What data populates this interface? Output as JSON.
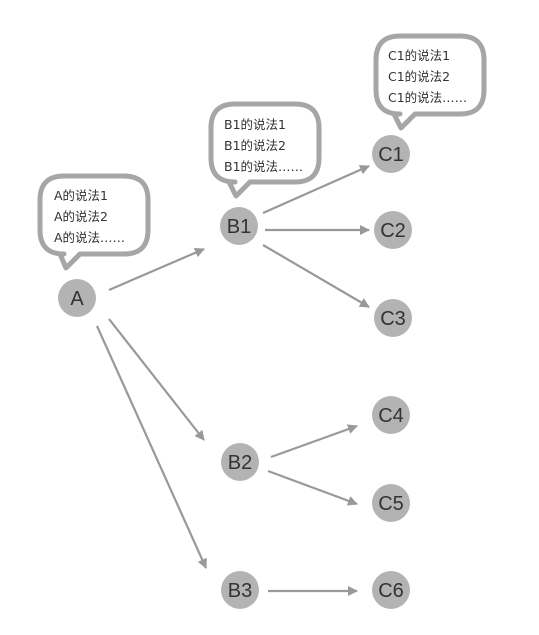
{
  "nodes": [
    {
      "id": "A",
      "label": "A"
    },
    {
      "id": "B1",
      "label": "B1"
    },
    {
      "id": "B2",
      "label": "B2"
    },
    {
      "id": "B3",
      "label": "B3"
    },
    {
      "id": "C1",
      "label": "C1"
    },
    {
      "id": "C2",
      "label": "C2"
    },
    {
      "id": "C3",
      "label": "C3"
    },
    {
      "id": "C4",
      "label": "C4"
    },
    {
      "id": "C5",
      "label": "C5"
    },
    {
      "id": "C6",
      "label": "C6"
    }
  ],
  "edges": [
    {
      "from": "A",
      "to": "B1"
    },
    {
      "from": "A",
      "to": "B2"
    },
    {
      "from": "A",
      "to": "B3"
    },
    {
      "from": "B1",
      "to": "C1"
    },
    {
      "from": "B1",
      "to": "C2"
    },
    {
      "from": "B1",
      "to": "C3"
    },
    {
      "from": "B2",
      "to": "C4"
    },
    {
      "from": "B2",
      "to": "C5"
    },
    {
      "from": "B3",
      "to": "C6"
    }
  ],
  "bubbles": [
    {
      "node": "A",
      "lines": [
        "A的说法1",
        "A的说法2",
        "A的说法……"
      ]
    },
    {
      "node": "B1",
      "lines": [
        "B1的说法1",
        "B1的说法2",
        "B1的说法……"
      ]
    },
    {
      "node": "C1",
      "lines": [
        "C1的说法1",
        "C1的说法2",
        "C1的说法……"
      ]
    }
  ],
  "colors": {
    "node_fill": "#b3b3b3",
    "node_text": "#333333",
    "edge": "#999999",
    "bubble_border": "#a6a6a6",
    "bubble_text": "#333333"
  }
}
